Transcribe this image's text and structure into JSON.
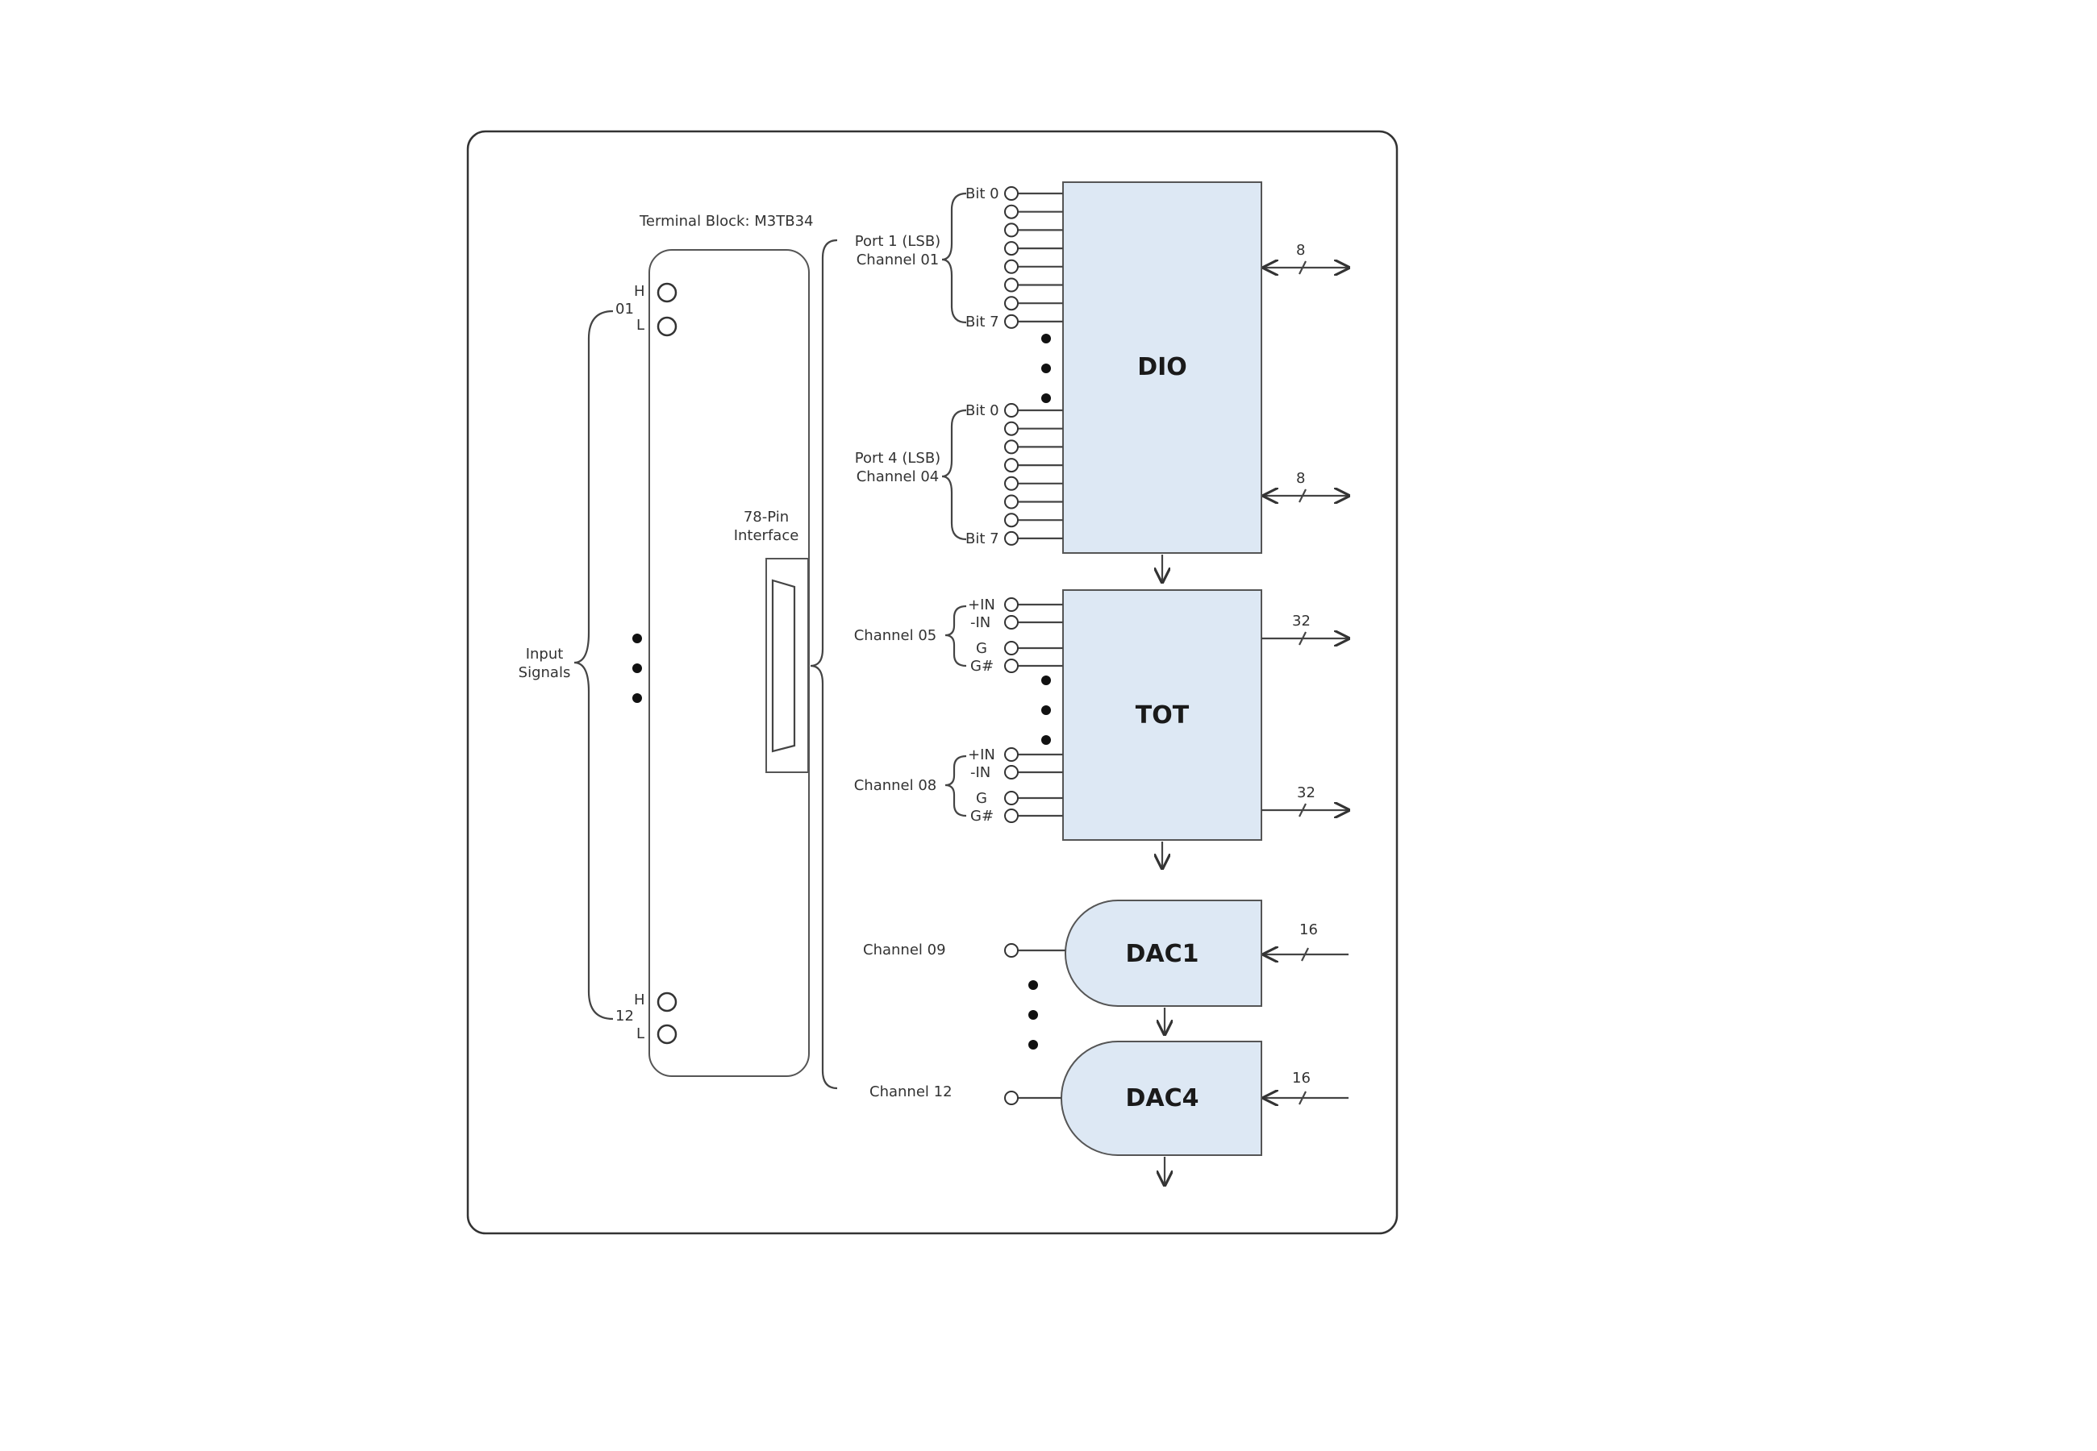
{
  "terminal_block": {
    "title": "Terminal Block: M3TB34",
    "input_signals": "Input Signals",
    "channel_first": "01",
    "channel_last": "12",
    "pin_high": "H",
    "pin_low": "L"
  },
  "interface": {
    "label_line1": "78-Pin",
    "label_line2": "Interface"
  },
  "dio": {
    "title": "DIO",
    "ports": [
      {
        "line1": "Port 1 (LSB)",
        "line2": "Channel 01",
        "bit_first": "Bit 0",
        "bit_last": "Bit 7",
        "bus_width": "8"
      },
      {
        "line1": "Port 4 (LSB)",
        "line2": "Channel 04",
        "bit_first": "Bit 0",
        "bit_last": "Bit 7",
        "bus_width": "8"
      }
    ]
  },
  "tot": {
    "title": "TOT",
    "channels": [
      {
        "label": "Channel 05",
        "pins": [
          "+IN",
          "-IN",
          "G",
          "G#"
        ],
        "bus_width": "32"
      },
      {
        "label": "Channel 08",
        "pins": [
          "+IN",
          "-IN",
          "G",
          "G#"
        ],
        "bus_width": "32"
      }
    ]
  },
  "dacs": [
    {
      "title": "DAC1",
      "channel": "Channel 09",
      "bus_width": "16"
    },
    {
      "title": "DAC4",
      "channel": "Channel 12",
      "bus_width": "16"
    }
  ]
}
